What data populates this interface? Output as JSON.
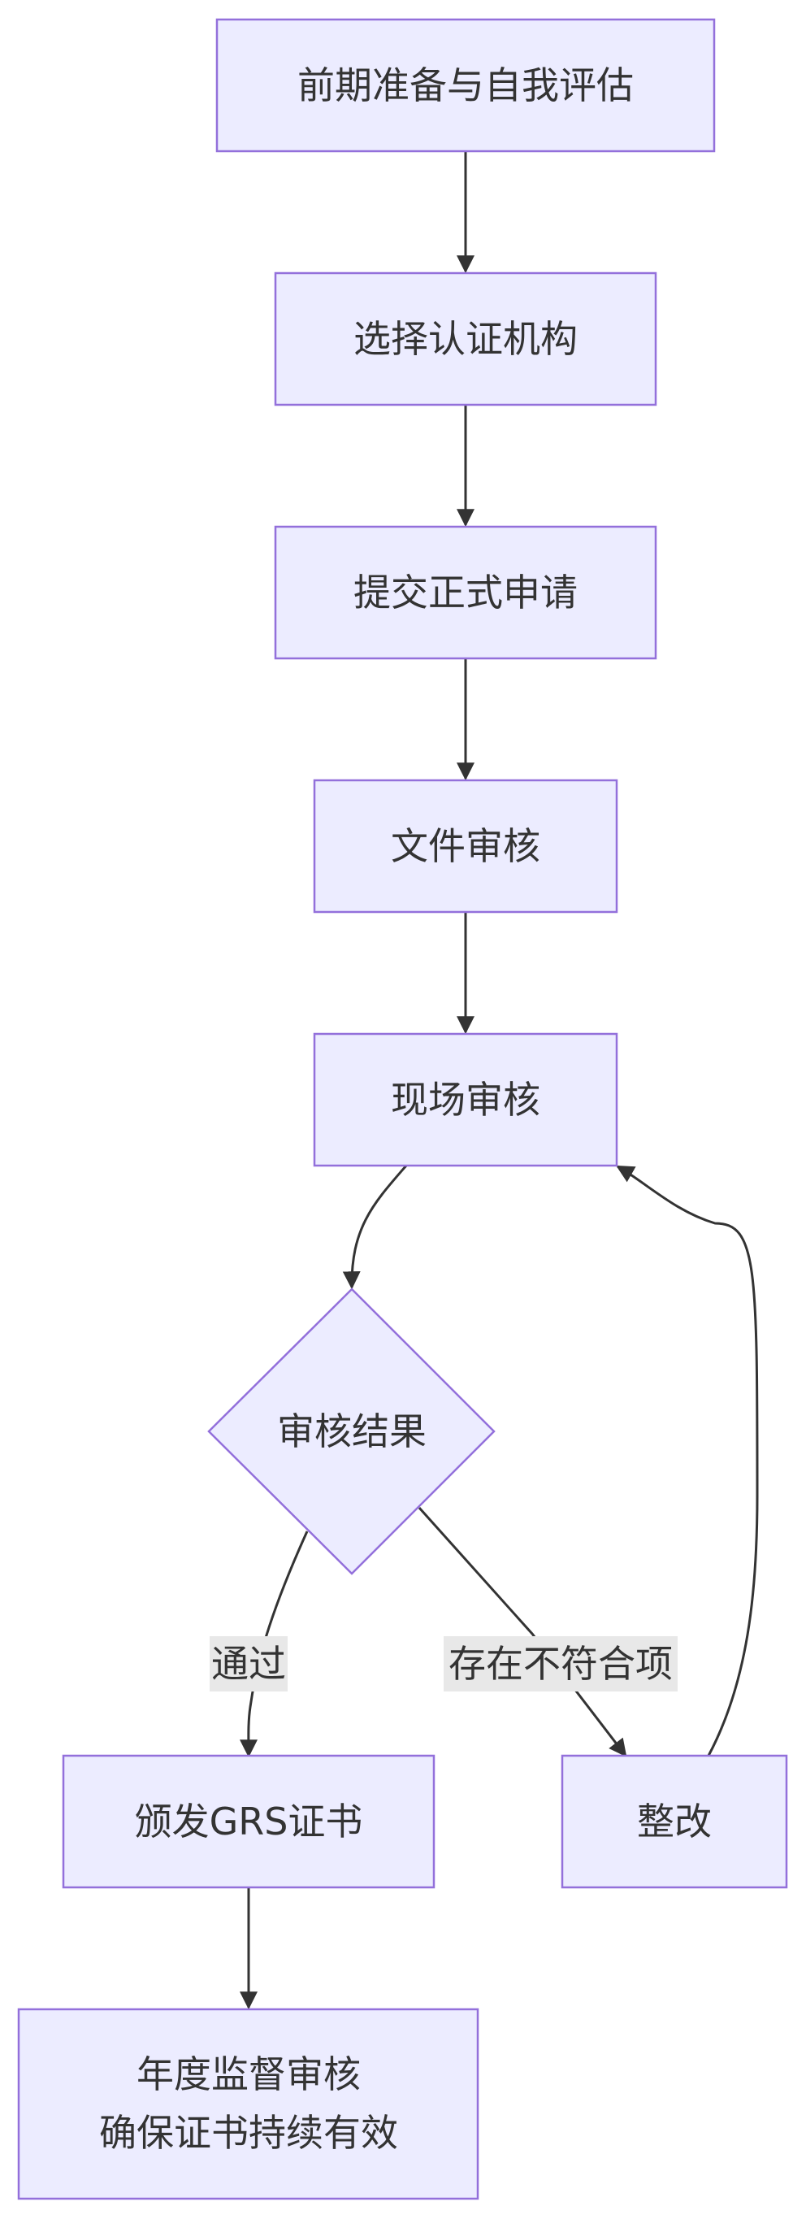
{
  "nodes": {
    "prep": "前期准备与自我评估",
    "choose": "选择认证机构",
    "submit": "提交正式申请",
    "docreview": "文件审核",
    "onsite": "现场审核",
    "result": "审核结果",
    "issue": "颁发GRS证书",
    "rectify": "整改",
    "annual_line1": "年度监督审核",
    "annual_line2": "确保证书持续有效"
  },
  "edges": {
    "pass": "通过",
    "nonconform": "存在不符合项"
  },
  "colors": {
    "node_fill": "#ECECFF",
    "node_stroke": "#9370DB",
    "line": "#333333",
    "text": "#333333",
    "edge_label_bg": "#E8E8E8"
  }
}
